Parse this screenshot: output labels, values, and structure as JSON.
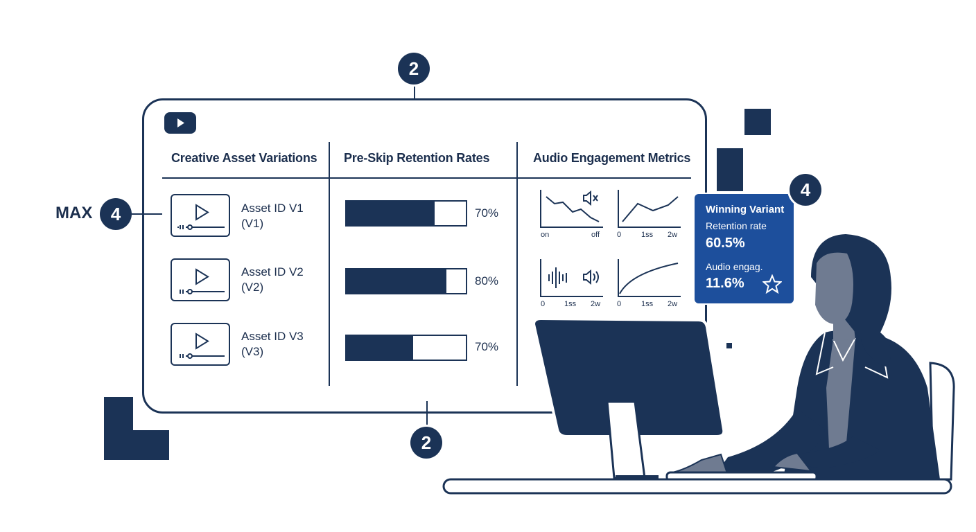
{
  "panel": {
    "columns": [
      "Creative Asset Variations",
      "Pre-Skip Retention Rates",
      "Audio Engagement Metrics"
    ],
    "assets": [
      {
        "id_label": "Asset ID V1",
        "short": "(V1)"
      },
      {
        "id_label": "Asset ID V2",
        "short": "(V2)"
      },
      {
        "id_label": "Asset ID V3",
        "short": "(V3)"
      }
    ],
    "retention": [
      {
        "label": "70%",
        "fill": 0.74
      },
      {
        "label": "80%",
        "fill": 0.84
      },
      {
        "label": "70%",
        "fill": 0.56
      }
    ],
    "audio_axes": {
      "chart1": [
        "on",
        "off"
      ],
      "chart2": [
        "0",
        "1ss",
        "2w"
      ],
      "chart3": [
        "0",
        "1ss",
        "2w"
      ],
      "chart4": [
        "0",
        "1ss",
        "2w"
      ]
    }
  },
  "callouts": {
    "top_badge": "2",
    "bottom_badge": "2",
    "left_label": "MAX",
    "left_badge": "4",
    "right_badge": "4"
  },
  "winning_variant": {
    "title": "Winning Variant",
    "retention_label": "Retention rate",
    "retention_value": "60.5%",
    "audio_label": "Audio engag.",
    "audio_value": "11.6%"
  },
  "colors": {
    "navy": "#1b3356",
    "accent_blue": "#1d4f9c",
    "skin": "#6f7b91"
  },
  "icons": [
    "youtube-play-icon",
    "play-icon",
    "mute-icon",
    "speaker-icon",
    "waveform-icon",
    "star-icon"
  ]
}
